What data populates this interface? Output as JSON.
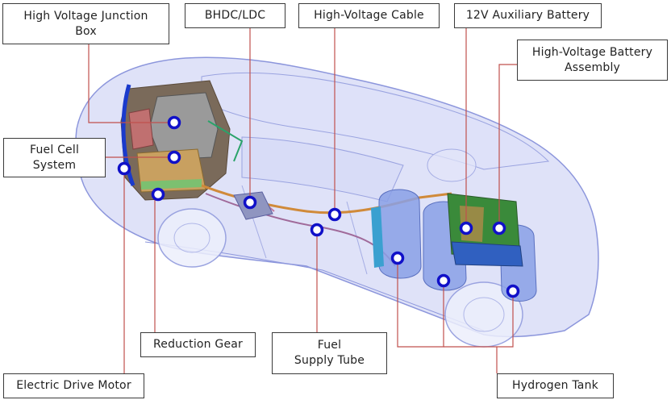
{
  "diagram": {
    "labels": {
      "hv_junction_box": "High Voltage Junction\nBox",
      "bhdc_ldc": "BHDC/LDC",
      "hv_cable": "High-Voltage Cable",
      "aux_battery": "12V Auxiliary Battery",
      "hv_battery": "High-Voltage Battery\nAssembly",
      "fuel_cell": "Fuel Cell\nSystem",
      "reduction_gear": "Reduction Gear",
      "fuel_supply_tube": "Fuel\nSupply Tube",
      "drive_motor": "Electric Drive Motor",
      "hydrogen_tank": "Hydrogen Tank"
    },
    "colors": {
      "leader_line": "#c0504d",
      "marker_stroke": "#1010c8",
      "car_body": "#b8c0f0",
      "car_outline": "#8c96dc"
    }
  }
}
